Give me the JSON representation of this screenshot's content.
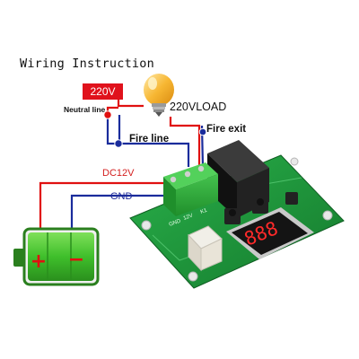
{
  "title": "Wiring Instruction",
  "supply_label": "220V",
  "neutral_label": "Neutral line",
  "load_label": "220VLOAD",
  "fire_line_label": "Fire line",
  "fire_exit_label": "Fire exit",
  "dc_label": "DC12V",
  "gnd_label": "GND",
  "battery": {
    "plus": "+",
    "minus": "−"
  },
  "board": {
    "display_digits": "888",
    "silk_left": "GND",
    "silk_mid": "K1",
    "silk_right": "12V"
  },
  "colors": {
    "live_wire": "#e01010",
    "neutral_wire": "#1a2c9c",
    "pcb": "#1f9a3c",
    "terminal": "#2fa93a",
    "relay": "#1a1a1a",
    "display_segments": "#ff2a2a",
    "battery_fill": "#3fbf2b",
    "supply_box": "#e0121c"
  },
  "icons": [
    "bulb-icon",
    "battery-icon",
    "relay-icon",
    "terminal-block-icon",
    "led-display-icon"
  ]
}
